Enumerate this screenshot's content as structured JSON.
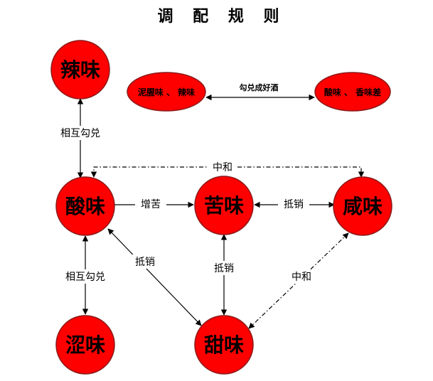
{
  "title": "调 配 规 则",
  "colors": {
    "node_fill": "#ff0000",
    "node_stroke": "#8b1a1a",
    "edge": "#000000"
  },
  "nodes": {
    "la": "辣味",
    "suan": "酸味",
    "ku": "苦味",
    "xian": "咸味",
    "se": "涩味",
    "tian": "甜味",
    "group_left": "泥腥味 、 辣味",
    "group_right": "酸味 、 香味差"
  },
  "edges": {
    "la_suan": "相互勾兑",
    "suan_se": "相互勾兑",
    "suan_ku": "增苦",
    "ku_xian": "抵销",
    "suan_xian": "中和",
    "suan_tian": "抵销",
    "ku_tian": "抵销",
    "xian_tian": "中和",
    "groups": "勾兑成好酒"
  }
}
